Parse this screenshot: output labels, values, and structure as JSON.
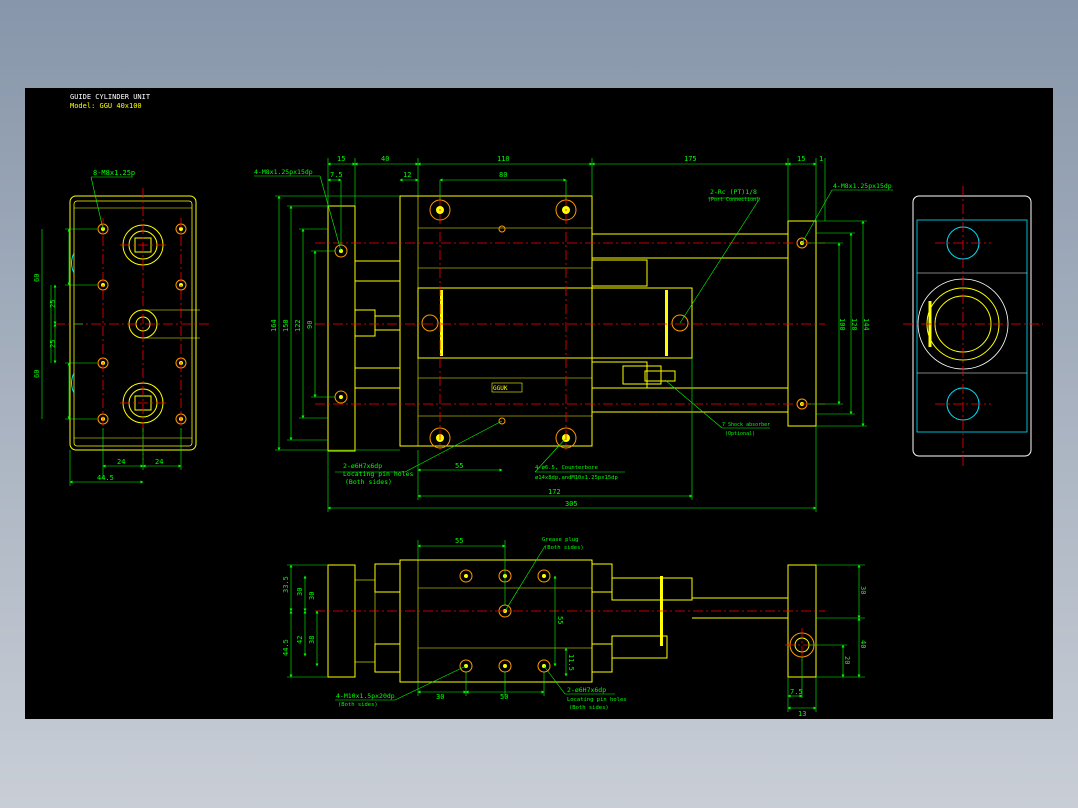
{
  "title": {
    "line1": "GUIDE CYLINDER UNIT",
    "line2": "Model: GGU 40x100"
  },
  "colors": {
    "background": "#000000",
    "outline": "#ffff00",
    "dimension": "#00ff00",
    "centerline": "#ff0000",
    "hidden": "#00e5ff",
    "highlight": "#ff9900"
  },
  "left_view": {
    "thread_note": "8-M8x1.25p",
    "dims": {
      "d60a": "60",
      "d25a": "25",
      "d25b": "25",
      "d60b": "60",
      "w24a": "24",
      "w24b": "24",
      "w445": "44.5"
    }
  },
  "front_view": {
    "top_dims": {
      "d15a": "15",
      "d40": "40",
      "d110": "110",
      "d175": "175",
      "d15b": "15",
      "d1": "1",
      "d75": "7.5",
      "d12": "12",
      "d80": "80"
    },
    "left_dims": {
      "d164": "164",
      "d150": "150",
      "d122": "122",
      "d90": "90"
    },
    "right_dims": {
      "d100": "100",
      "d120": "120",
      "d144": "144"
    },
    "bottom_dims": {
      "d55": "55",
      "d172": "172",
      "d305": "305"
    },
    "notes": {
      "tap_left": "4-M8x1.25px15dp",
      "tap_right": "4-M8x1.25px15dp",
      "port": "2-Rc (PT)1/8",
      "port_sub": "(Port Connection)",
      "pin1": "2-ø6H7x6dp",
      "pin2": "Locating pin holes",
      "pin3": "(Both sides)",
      "cb1": "4-ø6.5, Counterbore",
      "cb2": "ø14x8dp,andM10x1.25px15dp",
      "shock1": "7 Shock absorber",
      "shock2": "(Optional)",
      "label_plate": "GGUK"
    }
  },
  "bottom_view": {
    "dims": {
      "d55": "55",
      "d335": "33.5",
      "d30a": "30",
      "d30b": "30",
      "d445": "44.5",
      "d42": "42",
      "d38": "38",
      "d55v": "55",
      "d115": "11.5",
      "d30c": "30",
      "d50": "50",
      "d30r": "30",
      "d40r": "40",
      "d20r": "20",
      "d75": "7.5",
      "d13": "13"
    },
    "notes": {
      "grease1": "Grease plug",
      "grease2": "(Both sides)",
      "tap1": "4-M10x1.5px20dp",
      "tap2": "(Both sides)",
      "pin1": "2-ø6H7x6dp",
      "pin2": "Locating pin holes",
      "pin3": "(Both sides)"
    }
  }
}
